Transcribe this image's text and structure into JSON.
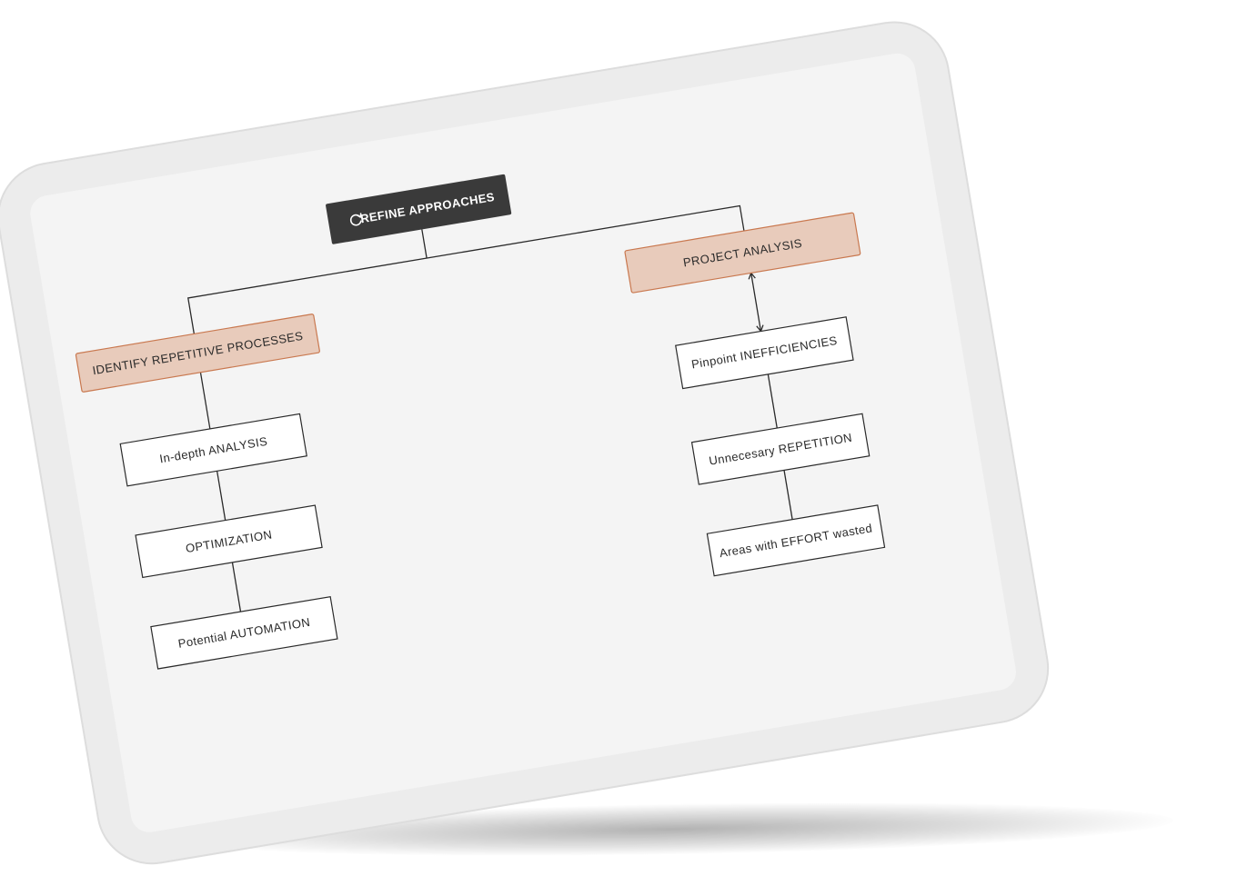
{
  "colors": {
    "bezel": "#ececec",
    "bezel_edge": "#dddddd",
    "screen": "#f4f4f4",
    "root_fill": "#3a3a3a",
    "root_text": "#ffffff",
    "highlight_fill": "#e8cbbb",
    "highlight_stroke": "#c9784f",
    "node_fill": "#ffffff",
    "node_stroke": "#2a2a2a",
    "connector": "#2a2a2a"
  },
  "diagram": {
    "root": {
      "label": "REFINE APPROACHES",
      "icon": "refresh-icon"
    },
    "left_branch": {
      "head": "IDENTIFY REPETITIVE PROCESSES",
      "items": [
        "In-depth ANALYSIS",
        "OPTIMIZATION",
        "Potential AUTOMATION"
      ]
    },
    "right_branch": {
      "head": "PROJECT ANALYSIS",
      "items": [
        "Pinpoint INEFFICIENCIES",
        "Unnecesary REPETITION",
        "Areas with EFFORT wasted"
      ]
    }
  }
}
